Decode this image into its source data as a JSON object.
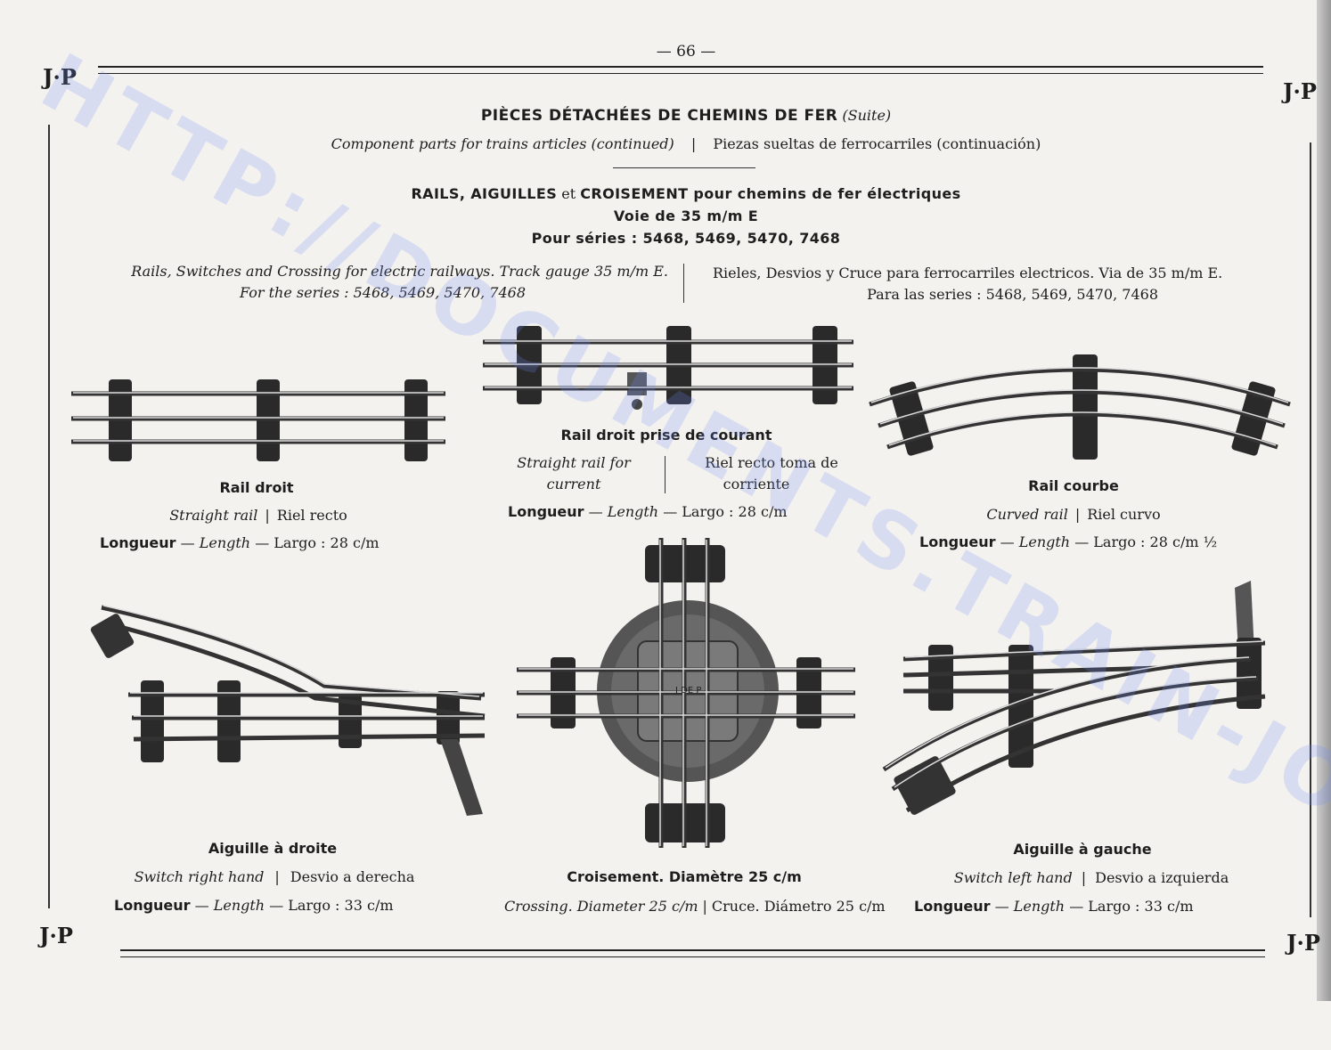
{
  "page_number": "— 66 —",
  "logos": {
    "top_left": "J·P",
    "top_right": "J·P",
    "bottom_left": "J·P",
    "bottom_right": "J·P"
  },
  "watermark": "HTTP://DOCUMENTS.TRAIN-JOUET.COM",
  "header": {
    "title": "PIÈCES DÉTACHÉES DE CHEMINS DE FER",
    "title_suffix": "(Suite)",
    "subtitle_en": "Component parts for trains articles (continued)",
    "subtitle_es": "Piezas sueltas de ferrocarriles (continuación)"
  },
  "section": {
    "title_line1_part1": "RAILS, AIGUILLES",
    "title_line1_part2": " et ",
    "title_line1_part3": "CROISEMENT pour chemins de fer électriques",
    "title_line2": "Voie de 35 m/m E",
    "title_line3": "Pour séries : 5468, 5469, 5470, 7468",
    "en_line1": "Rails, Switches and Crossing for electric railways. Track gauge 35 m/m E.",
    "en_line2": "For the series : 5468, 5469, 5470, 7468",
    "es_line1": "Rieles, Desvios y Cruce para ferrocarriles electricos. Via de 35 m/m E.",
    "es_line2": "Para las series : 5468, 5469, 5470, 7468"
  },
  "items": {
    "rail_droit": {
      "title": "Rail droit",
      "en": "Straight rail",
      "es": "Riel recto",
      "len_fr": "Longueur",
      "len_en": "Length",
      "len_es": "Largo : 28 c/m"
    },
    "rail_prise": {
      "title": "Rail droit prise de courant",
      "en_line1": "Straight rail for",
      "en_line2": "current",
      "es_line1": "Riel recto toma de",
      "es_line2": "corriente",
      "len_fr": "Longueur",
      "len_en": "Length",
      "len_es": "Largo : 28 c/m"
    },
    "rail_courbe": {
      "title": "Rail courbe",
      "en": "Curved rail",
      "es": "Riel curvo",
      "len_fr": "Longueur",
      "len_en": "Length",
      "len_es": "Largo : 28 c/m ½"
    },
    "aiguille_droite": {
      "title": "Aiguille à droite",
      "en": "Switch right hand",
      "es": "Desvio a derecha",
      "len_fr": "Longueur",
      "len_en": "Length",
      "len_es": "Largo : 33 c/m"
    },
    "croisement": {
      "title": "Croisement. Diamètre 25 c/m",
      "en": "Crossing. Diameter 25 c/m",
      "es": "Cruce. Diámetro 25 c/m",
      "plate_text": "J DE P"
    },
    "aiguille_gauche": {
      "title": "Aiguille à gauche",
      "en": "Switch left hand",
      "es": "Desvio a izquierda",
      "len_fr": "Longueur",
      "len_en": "Length",
      "len_es": "Largo : 33 c/m"
    }
  },
  "colors": {
    "paper": "#f4f2ee",
    "ink": "#1d1d1d",
    "watermark": "#788cff"
  }
}
